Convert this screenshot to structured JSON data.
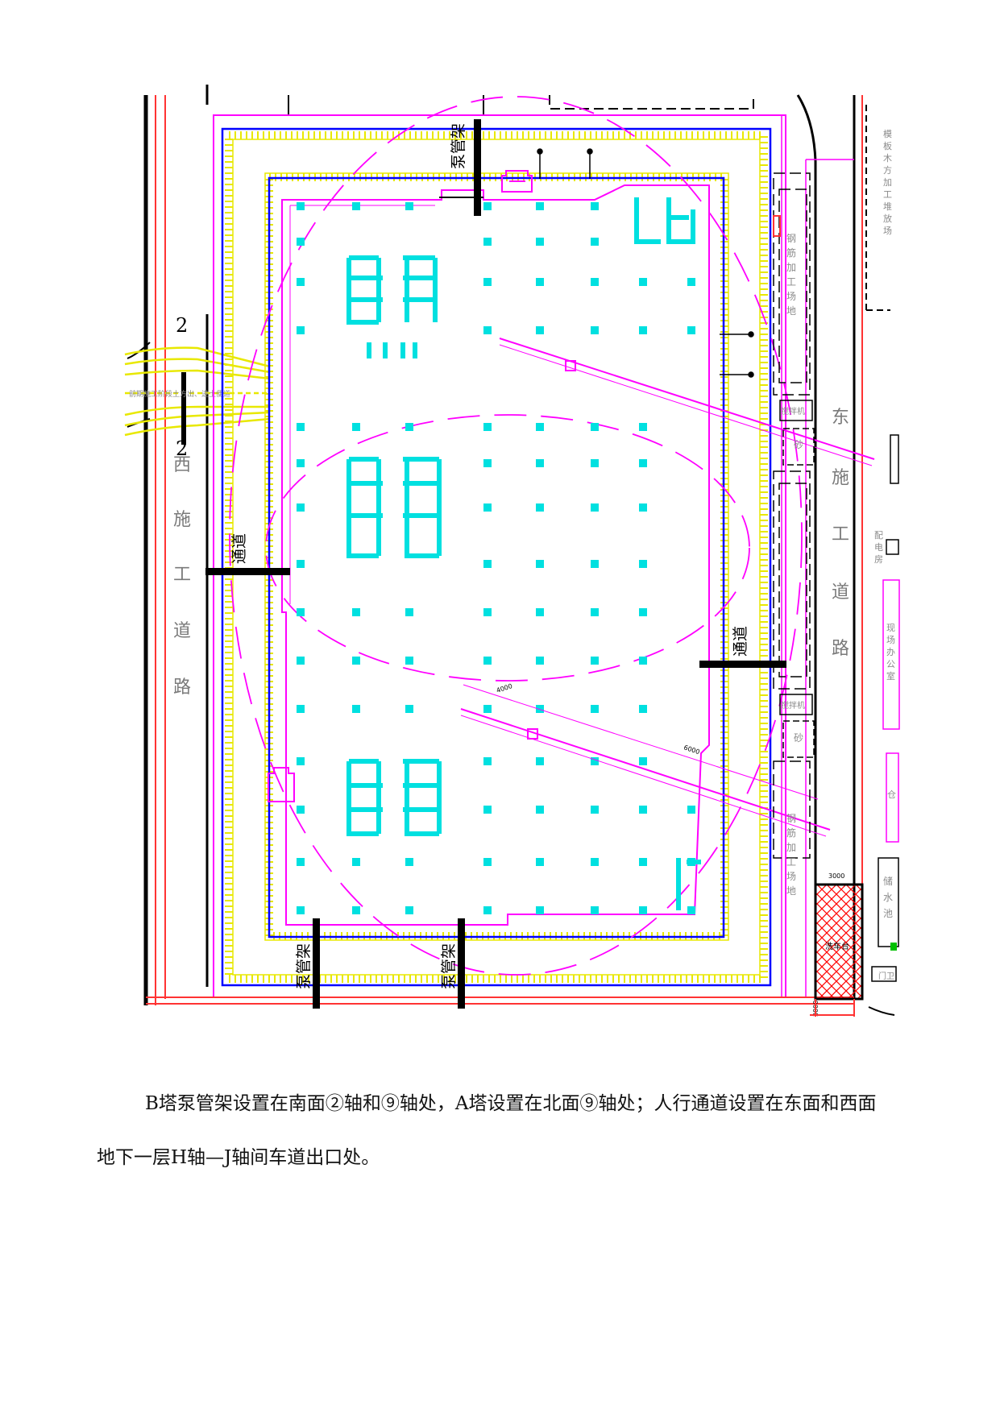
{
  "plan": {
    "labels": {
      "north_pump_rack": "泵管架",
      "south_pump_rack_left": "泵管架",
      "south_pump_rack_right": "泵管架",
      "west_passage": "通道",
      "east_passage": "通道",
      "west_road": [
        "西",
        "施",
        "工",
        "道",
        "路"
      ],
      "east_road": [
        "东",
        "施",
        "工",
        "道",
        "路"
      ],
      "formwork_yard": [
        "模",
        "板",
        "木",
        "方",
        "加",
        "工",
        "堆",
        "放",
        "场"
      ],
      "rebar_yard_top": [
        "钢",
        "筋",
        "加",
        "工",
        "场",
        "地"
      ],
      "rebar_yard_bottom": [
        "钢",
        "筋",
        "加",
        "工",
        "场",
        "地"
      ],
      "mixer_top": "搅拌机",
      "mixer_bottom": "搅拌机",
      "sand_top": "砂",
      "sand_bottom": "砂",
      "distribution_box": [
        "配",
        "电",
        "房"
      ],
      "site_office": [
        "现",
        "场",
        "办",
        "公",
        "室"
      ],
      "warehouse": "仓",
      "water_tank": [
        "储",
        "水",
        "池"
      ],
      "car_wash": "洗车台",
      "west_entrance": "前期施工阶段土方出、进土便道",
      "dim_3000_a": "3000",
      "dim_3000_b": "3000",
      "dim_4000": "4000",
      "dim_6000": "6000",
      "axis_mark_top": "2",
      "axis_mark_bottom": "2",
      "gate_mark": "门卫"
    },
    "colors": {
      "magenta": "#ff00ff",
      "blue": "#0000ff",
      "cyan": "#00e0e0",
      "yellow": "#e8e800",
      "red": "#ff0000",
      "black": "#000000"
    }
  },
  "text": {
    "paragraph_1": "B塔泵管架设置在南面②轴和⑨轴处，A塔设置在北面⑨轴处；人行通道设置在东面和西面",
    "paragraph_2": "地下一层H轴—J轴间车道出口处。"
  }
}
